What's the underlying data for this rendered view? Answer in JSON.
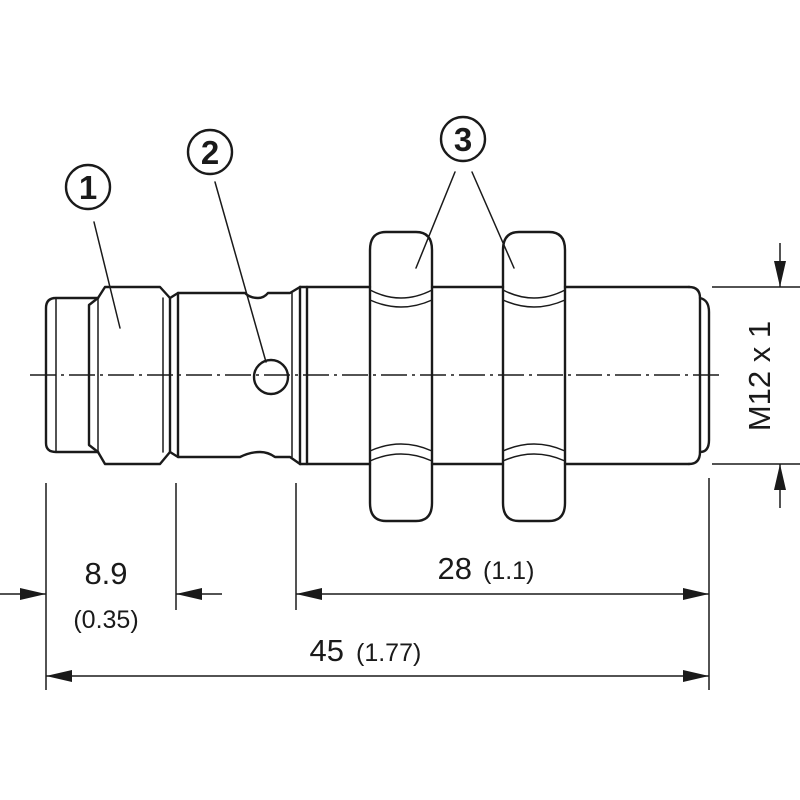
{
  "drawing": {
    "callouts": {
      "c1": "1",
      "c2": "2",
      "c3": "3"
    },
    "dimensions": {
      "connector_length": {
        "value": "8.9",
        "inch": "(0.35)"
      },
      "thread_length": {
        "value": "28",
        "inch": "(1.1)"
      },
      "overall_length": {
        "value": "45",
        "inch": "(1.77)"
      },
      "thread_size": "M12 x 1"
    }
  }
}
